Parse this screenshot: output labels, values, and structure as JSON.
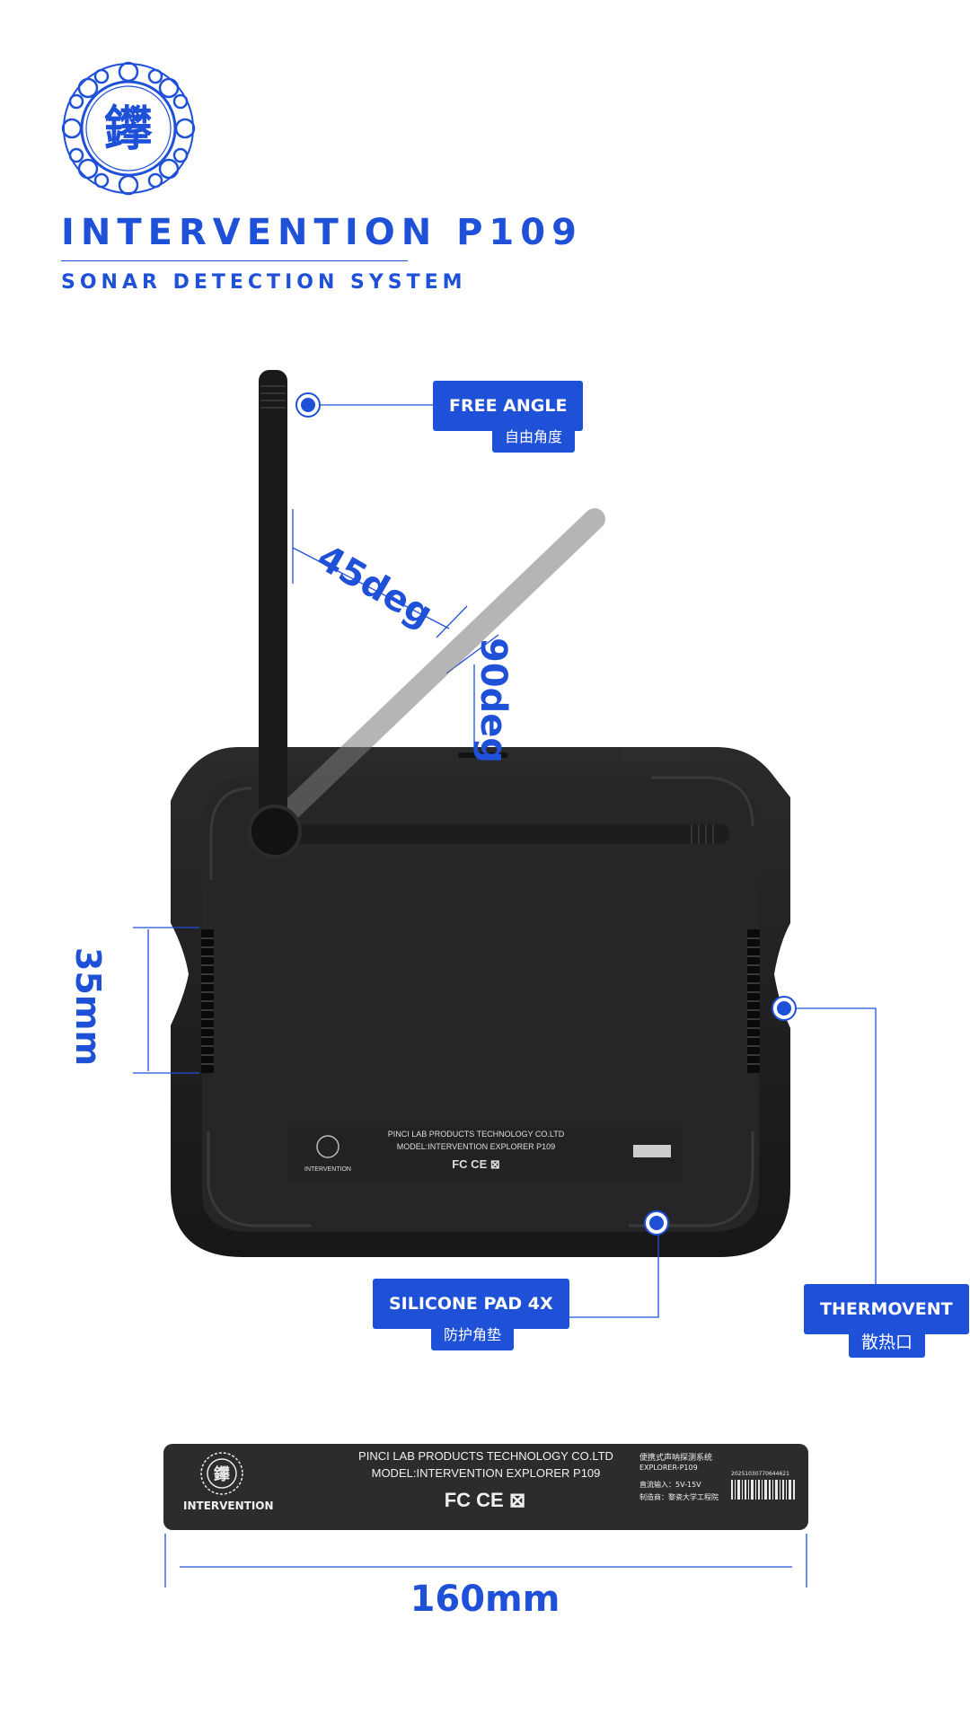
{
  "brand": {
    "logo_glyph": "鑻",
    "title": "INTERVENTION P109",
    "subtitle": "SONAR DETECTION SYSTEM"
  },
  "callouts": {
    "free_angle": {
      "label": "FREE ANGLE",
      "sub": "自由角度"
    },
    "silicone_pad": {
      "label": "SILICONE PAD 4X",
      "sub": "防护角垫"
    },
    "thermovent": {
      "label": "THERMOVENT",
      "sub": "散热口"
    }
  },
  "dimensions": {
    "angle_45": "45deg",
    "angle_90": "90deg",
    "height_35": "35mm",
    "width_160": "160mm"
  },
  "sticker": {
    "brand": "INTERVENTION",
    "company": "PINCI LAB PRODUCTS TECHNOLOGY CO.LTD",
    "model": "MODEL:INTERVENTION EXPLORER P109",
    "cert_marks": "FC  CE  ⊠",
    "cn_line1": "便携式声呐探测系统",
    "cn_line2": "EXPLORER-P109",
    "cn_line3": "直流输入：5V-15V",
    "cn_line4": "制造商：黎瓷大学工程院",
    "serial": "20251030770644621"
  },
  "colors": {
    "accent": "#1f50d8",
    "device_body": "#1c1c1e",
    "device_panel": "#2a2a2c",
    "antenna_ghost": "#8a8a8a"
  }
}
